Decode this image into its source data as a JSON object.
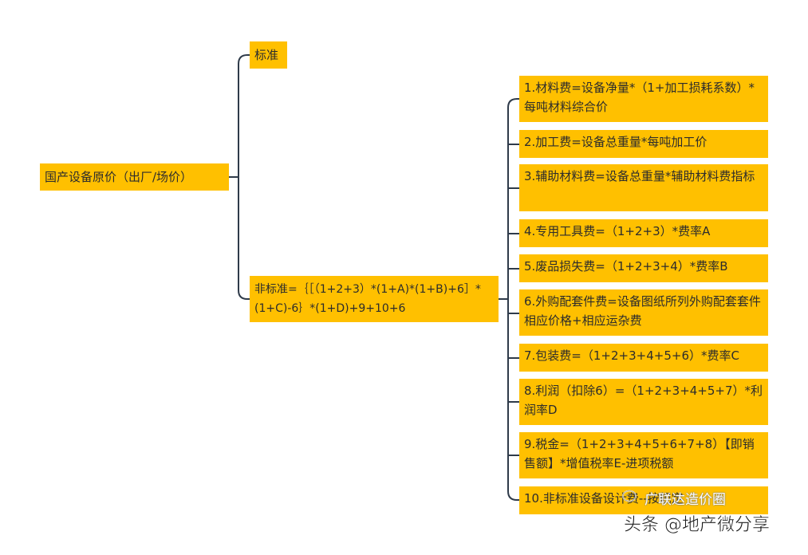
{
  "root": {
    "label": "国产设备原价（出厂/场价）"
  },
  "standard": {
    "label": "标准"
  },
  "nonstandard": {
    "formula": "非标准=｛［（1+2+3）*(1+A)*(1+B)+6］*(1+C)-6｝*(1+D)+9+10+6"
  },
  "components": [
    {
      "label": "1.材料费=设备净量*（1+加工损耗系数）*每吨材料综合价"
    },
    {
      "label": "2.加工费=设备总重量*每吨加工价"
    },
    {
      "label": "3.辅助材料费=设备总重量*辅助材料费指标"
    },
    {
      "label": "4.专用工具费=（1+2+3）*费率A"
    },
    {
      "label": "5.废品损失费=（1+2+3+4）*费率B"
    },
    {
      "label": "6.外购配套件费=设备图纸所列外购配套套件相应价格+相应运杂费"
    },
    {
      "label": "7.包装费=（1+2+3+4+5+6）*费率C"
    },
    {
      "label": "8.利润（扣除6）=（1+2+3+4+5+7）*利润率D"
    },
    {
      "label": "9.税金=（1+2+3+4+5+6+7+8）【即销售额】*增值税率E-进项税额"
    },
    {
      "label": "10.非标准设备设计费--按规定"
    }
  ],
  "watermark": {
    "main": "头条 @地产微分享",
    "sub": "广联达造价圈"
  },
  "colors": {
    "node_fill": "#ffc000",
    "connector": "#2f3b4a",
    "background": "#ffffff"
  }
}
